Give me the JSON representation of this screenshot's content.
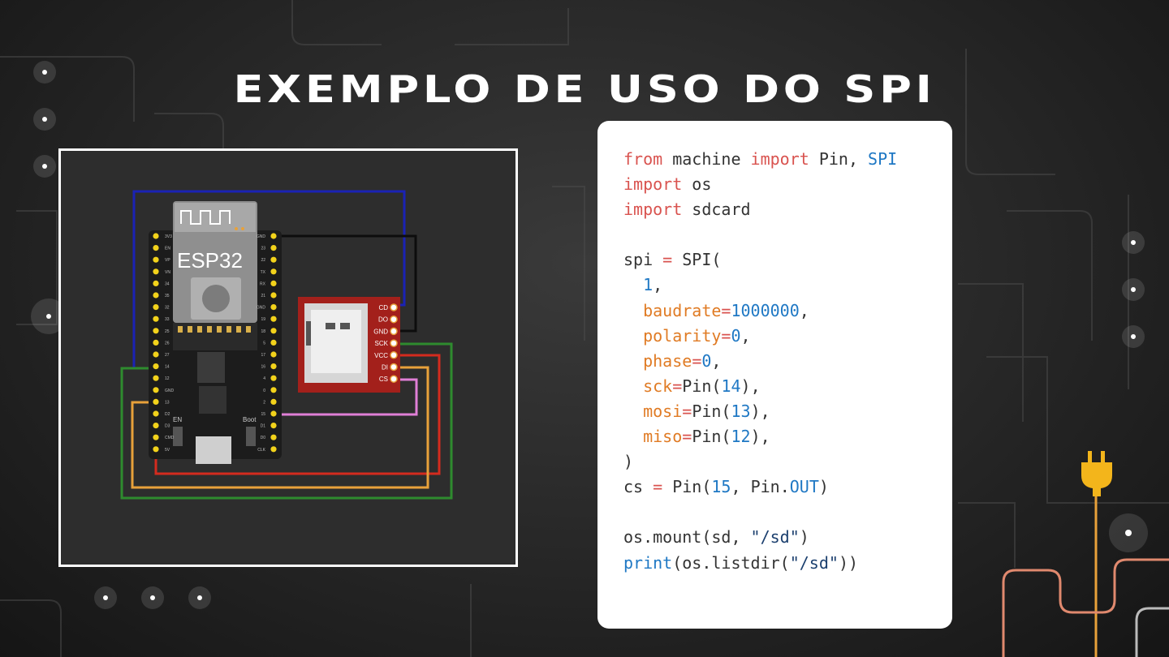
{
  "slide": {
    "title": "EXEMPLO DE USO DO SPI"
  },
  "code": {
    "lines": [
      [
        {
          "t": "from",
          "c": "kw"
        },
        {
          "t": " machine ",
          "c": ""
        },
        {
          "t": "import",
          "c": "kw"
        },
        {
          "t": " Pin, ",
          "c": ""
        },
        {
          "t": "SPI",
          "c": "nm"
        }
      ],
      [
        {
          "t": "import",
          "c": "kw"
        },
        {
          "t": " os",
          "c": ""
        }
      ],
      [
        {
          "t": "import",
          "c": "kw"
        },
        {
          "t": " sdcard",
          "c": ""
        }
      ],
      [],
      [
        {
          "t": "spi ",
          "c": ""
        },
        {
          "t": "=",
          "c": "op"
        },
        {
          "t": " SPI(",
          "c": ""
        }
      ],
      [
        {
          "t": "  ",
          "c": ""
        },
        {
          "t": "1",
          "c": "nm"
        },
        {
          "t": ",",
          "c": ""
        }
      ],
      [
        {
          "t": "  ",
          "c": ""
        },
        {
          "t": "baudrate",
          "c": "pa"
        },
        {
          "t": "=",
          "c": "op"
        },
        {
          "t": "1000000",
          "c": "nm"
        },
        {
          "t": ",",
          "c": ""
        }
      ],
      [
        {
          "t": "  ",
          "c": ""
        },
        {
          "t": "polarity",
          "c": "pa"
        },
        {
          "t": "=",
          "c": "op"
        },
        {
          "t": "0",
          "c": "nm"
        },
        {
          "t": ",",
          "c": ""
        }
      ],
      [
        {
          "t": "  ",
          "c": ""
        },
        {
          "t": "phase",
          "c": "pa"
        },
        {
          "t": "=",
          "c": "op"
        },
        {
          "t": "0",
          "c": "nm"
        },
        {
          "t": ",",
          "c": ""
        }
      ],
      [
        {
          "t": "  ",
          "c": ""
        },
        {
          "t": "sck",
          "c": "pa"
        },
        {
          "t": "=",
          "c": "op"
        },
        {
          "t": "Pin(",
          "c": ""
        },
        {
          "t": "14",
          "c": "nm"
        },
        {
          "t": "),",
          "c": ""
        }
      ],
      [
        {
          "t": "  ",
          "c": ""
        },
        {
          "t": "mosi",
          "c": "pa"
        },
        {
          "t": "=",
          "c": "op"
        },
        {
          "t": "Pin(",
          "c": ""
        },
        {
          "t": "13",
          "c": "nm"
        },
        {
          "t": "),",
          "c": ""
        }
      ],
      [
        {
          "t": "  ",
          "c": ""
        },
        {
          "t": "miso",
          "c": "pa"
        },
        {
          "t": "=",
          "c": "op"
        },
        {
          "t": "Pin(",
          "c": ""
        },
        {
          "t": "12",
          "c": "nm"
        },
        {
          "t": "),",
          "c": ""
        }
      ],
      [
        {
          "t": ")",
          "c": ""
        }
      ],
      [
        {
          "t": "cs ",
          "c": ""
        },
        {
          "t": "=",
          "c": "op"
        },
        {
          "t": " Pin(",
          "c": ""
        },
        {
          "t": "15",
          "c": "nm"
        },
        {
          "t": ", Pin.",
          "c": ""
        },
        {
          "t": "OUT",
          "c": "nm"
        },
        {
          "t": ")",
          "c": ""
        }
      ],
      [],
      [
        {
          "t": "os.mount(sd, ",
          "c": ""
        },
        {
          "t": "\"/sd\"",
          "c": "st"
        },
        {
          "t": ")",
          "c": ""
        }
      ],
      [
        {
          "t": "print",
          "c": "nm"
        },
        {
          "t": "(os.listdir(",
          "c": ""
        },
        {
          "t": "\"/sd\"",
          "c": "st"
        },
        {
          "t": "))",
          "c": ""
        }
      ]
    ]
  },
  "diagram": {
    "board_label": "ESP32",
    "sd_pins": [
      "CD",
      "DO",
      "GND",
      "SCK",
      "VCC",
      "DI",
      "CS"
    ],
    "button_labels": [
      "EN",
      "Boot"
    ],
    "left_pins": [
      "3V3",
      "EN",
      "VP",
      "VN",
      "34",
      "35",
      "32",
      "33",
      "25",
      "26",
      "27",
      "14",
      "12",
      "GND",
      "13",
      "D2",
      "D3",
      "CMD",
      "5V"
    ],
    "right_pins": [
      "GND",
      "23",
      "22",
      "TX",
      "RX",
      "21",
      "GND",
      "19",
      "18",
      "5",
      "17",
      "16",
      "4",
      "0",
      "2",
      "15",
      "D1",
      "D0",
      "CLK"
    ],
    "wire_colors": {
      "cd": "#1a22b5",
      "gnd": "#0d0d0d",
      "sck": "#2e8b2e",
      "vcc": "#d42b1e",
      "di": "#e8a13a",
      "cs": "#e07fd6"
    }
  },
  "decor": {
    "plug_icon": "plug-icon",
    "plug_color": "#f3b51b"
  }
}
